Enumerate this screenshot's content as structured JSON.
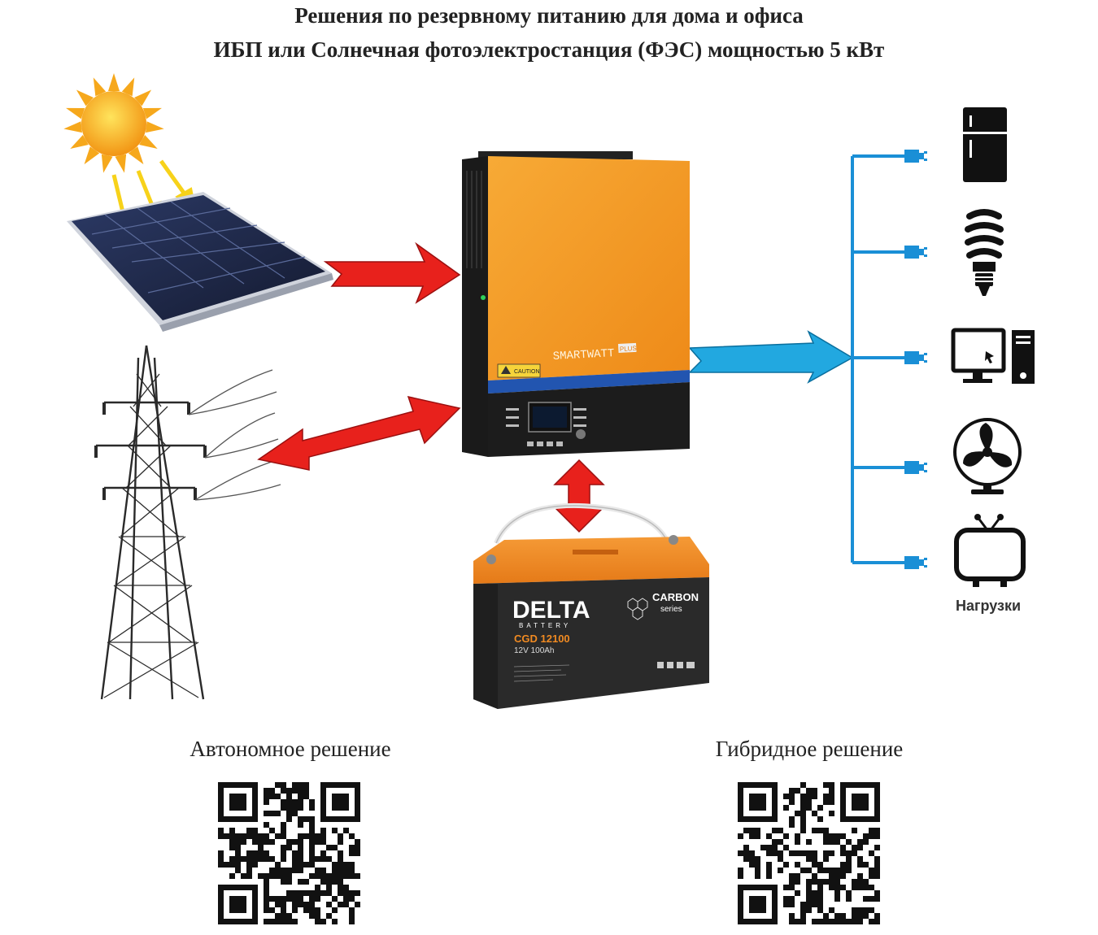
{
  "title": {
    "line1": "Решения по резервному питанию для дома и офиса",
    "line2": "ИБП или Солнечная фотоэлектростанция (ФЭС) мощностью 5 кВт"
  },
  "inverter": {
    "brand": "SMARTWATT",
    "badge": "PLUS",
    "caution": "CAUTION"
  },
  "battery": {
    "brand": "DELTA",
    "brand_sub": "BATTERY",
    "series_name": "CARBON",
    "series_sub": "series",
    "model": "CGD 12100",
    "spec": "12V 100Ah"
  },
  "loads": {
    "label": "Нагрузки"
  },
  "qr": {
    "autonomous_caption": "Автономное решение",
    "hybrid_caption": "Гибридное решение"
  },
  "colors": {
    "arrow_red": "#e8211c",
    "arrow_blue": "#22a8e0",
    "wire_blue": "#1a8fd6",
    "inverter_orange": "#f39a24",
    "inverter_blue_band": "#2255b0",
    "battery_orange": "#f08a22"
  },
  "icons": [
    "sun-icon",
    "solar-panel-icon",
    "power-tower-icon",
    "fridge-icon",
    "lamp-icon",
    "computer-icon",
    "fan-icon",
    "tv-icon",
    "qr-code-icon"
  ]
}
